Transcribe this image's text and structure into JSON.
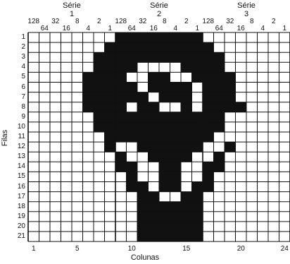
{
  "series": [
    {
      "title": "Série",
      "number": "1",
      "bits": [
        "128",
        "64",
        "32",
        "16",
        "8",
        "4",
        "2",
        "1"
      ]
    },
    {
      "title": "Série",
      "number": "2",
      "bits": [
        "128",
        "64",
        "32",
        "16",
        "8",
        "4",
        "2",
        "1"
      ]
    },
    {
      "title": "Série",
      "number": "3",
      "bits": [
        "128",
        "64",
        "32",
        "16",
        "8",
        "4",
        "2",
        "1"
      ]
    }
  ],
  "rows_title": "Filas",
  "cols_title": "Colunas",
  "row_labels": [
    "1",
    "2",
    "3",
    "4",
    "5",
    "6",
    "7",
    "8",
    "9",
    "10",
    "11",
    "12",
    "13",
    "14",
    "15",
    "16",
    "17",
    "18",
    "19",
    "20",
    "21"
  ],
  "col_labels": [
    {
      "text": "1",
      "col": 1
    },
    {
      "text": "5",
      "col": 5
    },
    {
      "text": "10",
      "col": 10
    },
    {
      "text": "15",
      "col": 15
    },
    {
      "text": "20",
      "col": 20
    },
    {
      "text": "24",
      "col": 24
    }
  ],
  "colors": {
    "fill": "#111111",
    "line": "#111111",
    "background": "#ffffff"
  },
  "grid_data": {
    "rows": 21,
    "cols": 24,
    "filled_rows": [
      "........########........",
      ".......##########.......",
      "......############......",
      "......####....####......",
      ".....####..##..####.....",
      ".....#####.####.###.....",
      ".....######.###.###.....",
      ".....####.##..#.####.....",
      "......############......",
      "......############......",
      ".......##########.......",
      ".......#..######..#.....",
      "........#..####..#......",
      "........##..##..##......",
      ".........#..##..#.......",
      ".........##.##.##.......",
      "..........##..##........",
      "..........######........",
      "..........######........",
      "..........######........",
      "..........######........"
    ]
  }
}
